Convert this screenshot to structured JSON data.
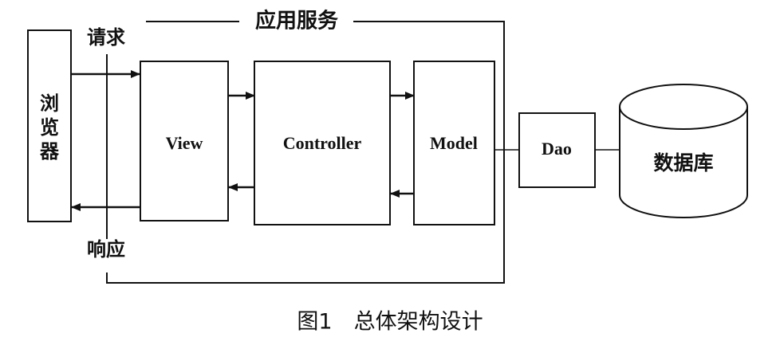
{
  "diagram": {
    "browser_label": "浏览器",
    "request_label": "请求",
    "response_label": "响应",
    "app_service_label": "应用服务",
    "view_label": "View",
    "controller_label": "Controller",
    "model_label": "Model",
    "dao_label": "Dao",
    "database_label": "数据库",
    "caption": "图1　总体架构设计"
  }
}
